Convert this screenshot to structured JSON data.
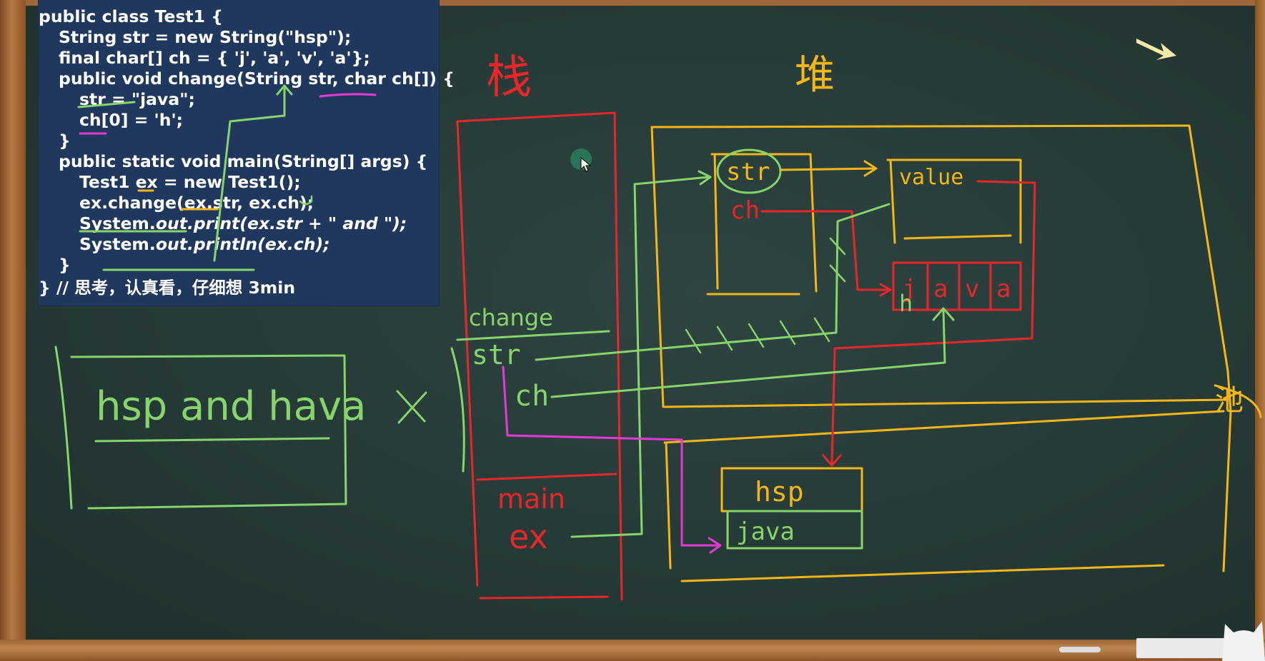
{
  "code": {
    "lines": [
      "public class Test1 {",
      "String str = new String(\"hsp\");",
      "final char[] ch = { 'j', 'a', 'v', 'a'};",
      "public void change(String str, char ch[]) {",
      "str = \"java\";",
      "ch[0] = 'h';",
      "}",
      "public static void main(String[] args) {",
      "Test1 ex = new Test1();",
      "ex.change(ex.str, ex.ch);",
      "System.",
      "out",
      ".print(ex.str + \" and \");",
      "System.",
      "out",
      ".println(ex.ch);",
      "}",
      "} // 思考，认真看，仔细想 3min"
    ]
  },
  "annotations": {
    "stack_label": "栈",
    "heap_label": "堆",
    "constant_pool_label": "池",
    "str_cell": "str",
    "ch_cell": "ch",
    "value_cell": "value",
    "array_chars": [
      "j",
      "a",
      "v",
      "a"
    ],
    "array_overwrite": "h",
    "pool_hsp": "hsp",
    "pool_java": "java",
    "frame_change": "change",
    "frame_str": "str",
    "frame_ch": "ch",
    "frame_main": "main",
    "frame_ex": "ex",
    "answer": "hsp and hava",
    "wrong_mark": "X"
  },
  "colors": {
    "board": "#263a37",
    "code_panel": "#20385e",
    "chalk_red": "#e8262a",
    "chalk_yellow": "#f2b617",
    "chalk_green": "#86d46a",
    "chalk_magenta": "#e33ad6"
  },
  "icons": {
    "top_right": "arrow-icon",
    "cursor": "mouse-cursor-icon",
    "corner": "cat-logo-icon"
  }
}
